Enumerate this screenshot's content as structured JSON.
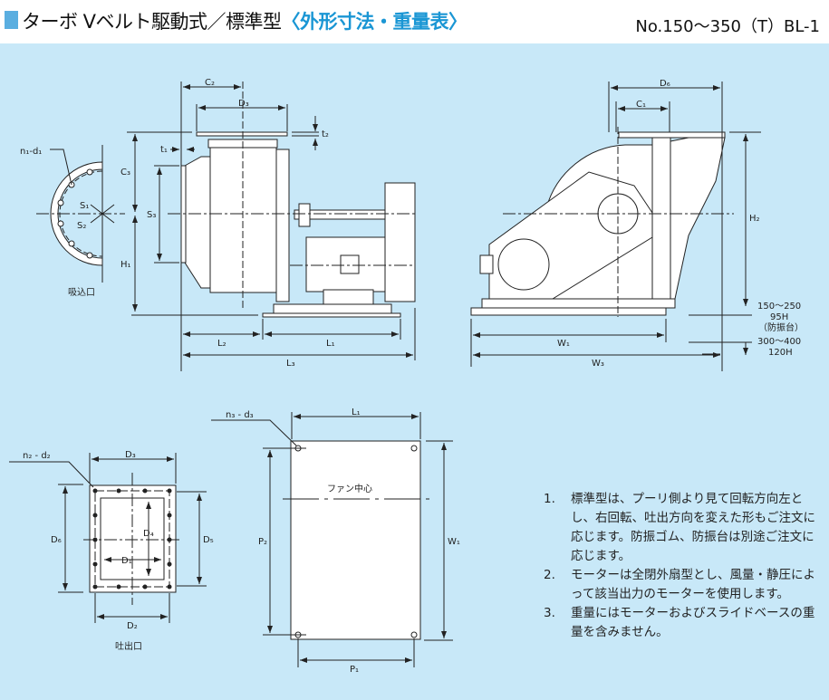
{
  "header": {
    "title_main": "ターボ Vベルト駆動式／標準型",
    "title_accent": "〈外形寸法・重量表〉",
    "code": "No.150～350（T）BL-1"
  },
  "side_view": {
    "inlet_label": "吸込口",
    "n1d1": "n₁-d₁",
    "s1": "S₁",
    "s2": "S₂",
    "c2": "C₂",
    "d3": "D₃",
    "t1": "t₁",
    "t2": "t₂",
    "c3": "C₃",
    "s3": "S₃",
    "h1": "H₁",
    "l1": "L₁",
    "l2": "L₂",
    "l3": "L₃"
  },
  "front_view": {
    "d6": "D₆",
    "c1": "C₁",
    "h2": "H₂",
    "w1": "W₁",
    "w3": "W₃",
    "base_note": [
      "150～250",
      "95H",
      "（防振台）",
      "300～400",
      "120H"
    ]
  },
  "outlet_view": {
    "label": "吐出口",
    "n2d2": "n₂ - d₂",
    "d3": "D₃",
    "d6": "D₆",
    "d5": "D₅",
    "d4": "D₄",
    "d1": "D₁",
    "d2": "D₂"
  },
  "base_view": {
    "n3d3": "n₃ - d₃",
    "l1": "L₁",
    "p2": "P₂",
    "w1": "W₁",
    "p1": "P₁",
    "fan_center": "ファン中心"
  },
  "notes": [
    {
      "num": "1.",
      "text": "標準型は、プーリ側より見て回転方向左とし、右回転、吐出方向を変えた形もご注文に応じます。防振ゴム、防振台は別途ご注文に応じます。"
    },
    {
      "num": "2.",
      "text": "モーターは全閉外扇型とし、風量・静圧によって該当出力のモーターを使用します。"
    },
    {
      "num": "3.",
      "text": "重量にはモーターおよびスライドベースの重量を含みません。"
    }
  ],
  "colors": {
    "background": "#c8e8f8",
    "accent": "#1a96d4"
  }
}
